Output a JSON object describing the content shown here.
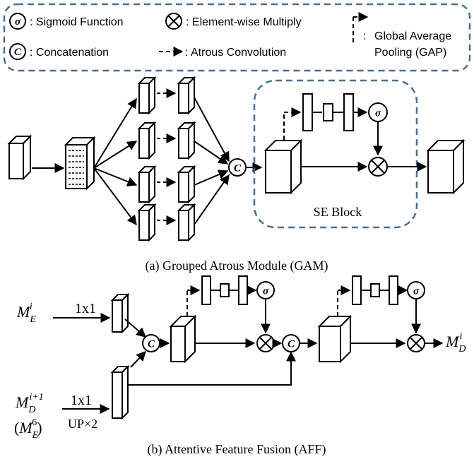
{
  "legend": {
    "sigmoid_symbol": "σ",
    "sigmoid_label": ": Sigmoid Function",
    "multiply_label": ": Element-wise Multiply",
    "gap_label_line1": "Global Average",
    "gap_label_line2": "Pooling (GAP)",
    "gap_colon": ":",
    "concat_symbol": "C",
    "concat_label": ": Concatenation",
    "atrous_label": ": Atrous Convolution"
  },
  "gam": {
    "se_block_label": "SE Block",
    "caption": "(a) Grouped Atrous Module (GAM)"
  },
  "aff": {
    "input_top": {
      "base": "M",
      "sub": "E",
      "sup": "i"
    },
    "input_bottom": {
      "base": "M",
      "sub": "D",
      "sup": "i+1"
    },
    "input_bottom_alt": {
      "open": "(",
      "base": "M",
      "sub": "E",
      "sup": "6",
      "close": ")"
    },
    "conv_top": "1x1",
    "conv_bottom": "1x1",
    "upsample": "UP×2",
    "output": {
      "base": "M",
      "sub": "D",
      "sup": "i"
    },
    "caption": "(b) Attentive Feature Fusion (AFF)"
  },
  "colors": {
    "dashed_frame": "#4a6f95",
    "stroke": "#000000"
  },
  "icons": [
    "sigma-icon",
    "multiply-icon",
    "concat-icon",
    "dashed-arrow-icon",
    "solid-arrow-icon",
    "feature-block-icon"
  ]
}
